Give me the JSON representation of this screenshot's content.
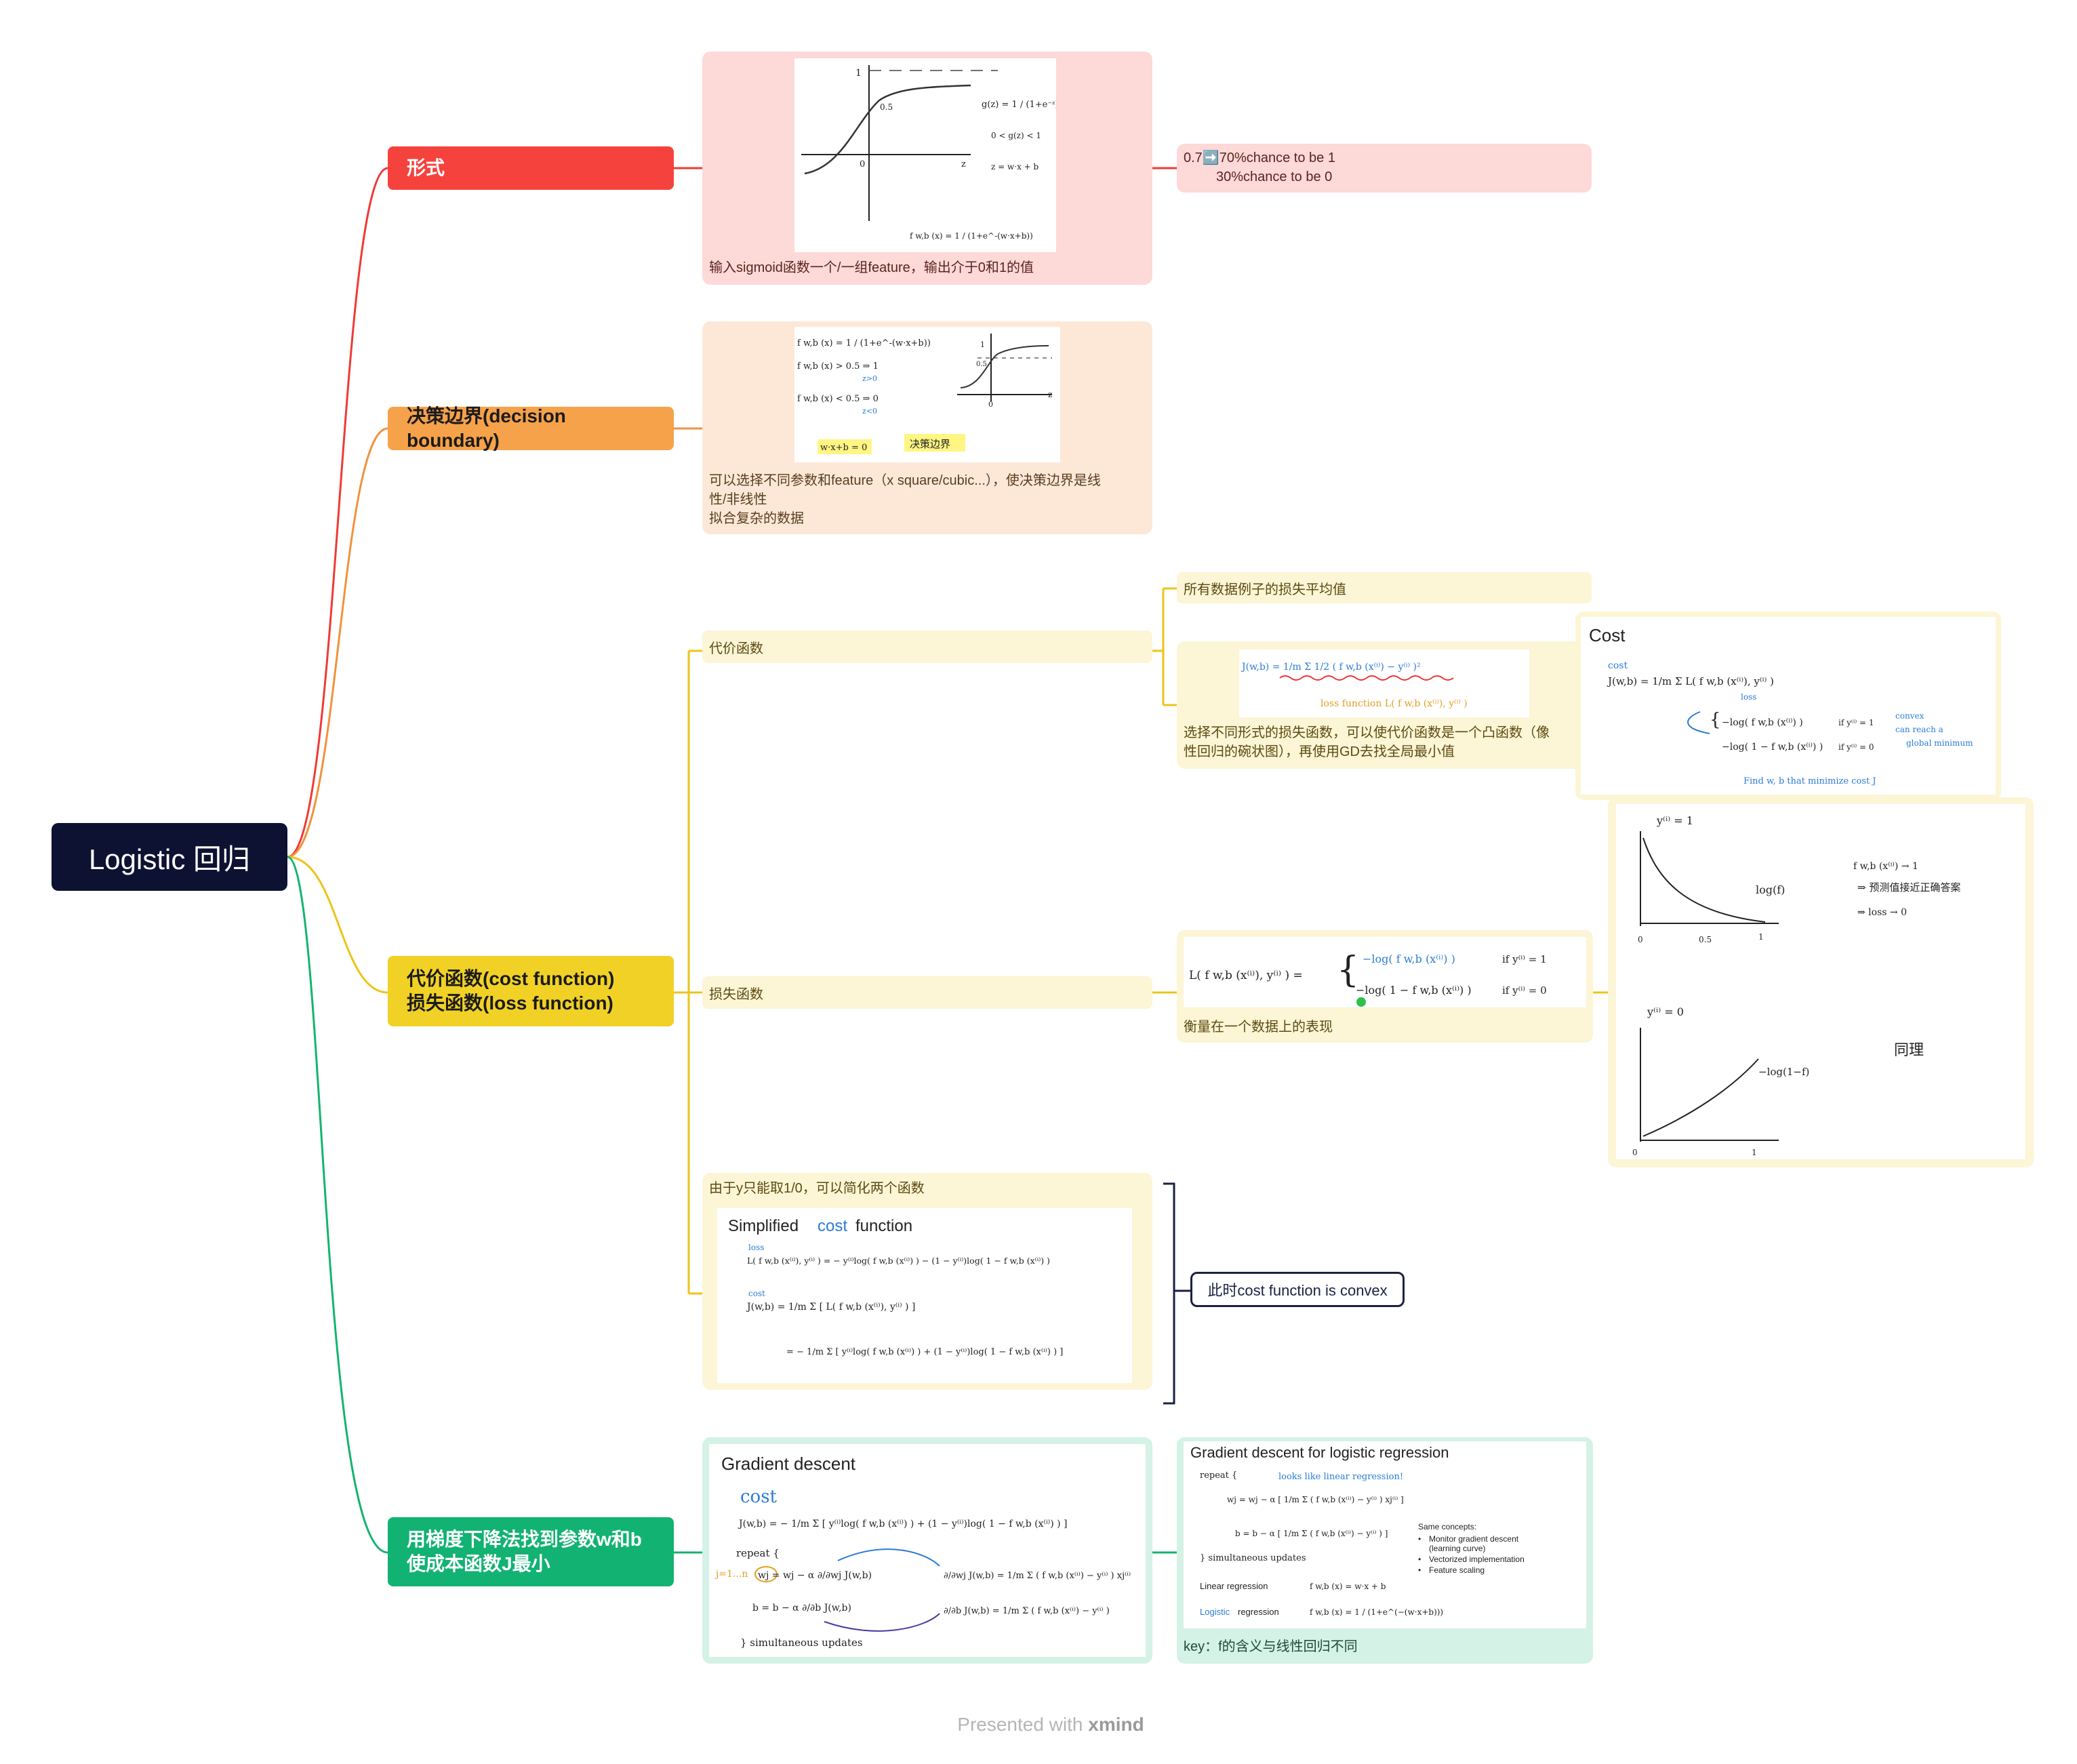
{
  "root": {
    "title": "Logistic 回归"
  },
  "branches": {
    "form": "形式",
    "boundary": "决策边界(decision boundary)",
    "cost": [
      "代价函数(cost function)",
      "损失函数(loss function)"
    ],
    "gd": [
      "用梯度下降法找到参数w和b",
      "使成本函数J最小"
    ]
  },
  "form_card": {
    "caption": "输入sigmoid函数一个/一组feature，输出介于0和1的值",
    "sketch": {
      "one": "1",
      "half": "0.5",
      "zero": "0",
      "z": "z",
      "g": "g(z) = 1 / (1+e⁻ᶻ)",
      "range": "0 < g(z) < 1",
      "zdef": "z = w·x + b",
      "f": "f w,b (x) = 1 / (1+e^-(w·x+b))"
    }
  },
  "prob_card": {
    "line1": "0.7➡️70%chance to be 1",
    "line2": "30%chance to be 0"
  },
  "boundary_card": {
    "line1": "可以选择不同参数和feature（x square/cubic...），使决策边界是线",
    "line2": "性/非线性",
    "line3": "拟合复杂的数据",
    "sketch": {
      "f": "f w,b (x) = 1 / (1+e^-(w·x+b))",
      "r1": "f w,b (x) > 0.5   ⇒  1",
      "z1": "z>0",
      "r2": "f w,b (x) < 0.5   ⇒  0",
      "z2": "z<0",
      "wx": "w·x+b = 0",
      "tag": "决策边界",
      "half": "0.5",
      "one": "1",
      "zero": "0",
      "z": "z"
    }
  },
  "cost_section": {
    "sub_cost": "代价函数",
    "avg_label": "所有数据例子的损失平均值",
    "convex_text": [
      "选择不同形式的损失函数，可以使代价函数是一个凸函数（像",
      "性回归的碗状图），再使用GD去找全局最小值"
    ],
    "sketch_J": {
      "top": "J(w,b) = 1/m Σ 1/2 ( f w,b (x⁽ⁱ⁾) − y⁽ⁱ⁾ )²",
      "bottom": "loss function  L( f w,b (x⁽ⁱ⁾), y⁽ⁱ⁾ )"
    },
    "cost_panel": {
      "title": "Cost",
      "cost": "cost",
      "J": "J(w,b) = 1/m Σ L( f w,b (x⁽ⁱ⁾), y⁽ⁱ⁾ )",
      "loss": "loss",
      "c1": "−log( f w,b (x⁽ⁱ⁾) )",
      "c1if": "if y⁽ⁱ⁾ = 1",
      "c2": "−log( 1 − f w,b (x⁽ⁱ⁾) )",
      "c2if": "if y⁽ⁱ⁾ = 0",
      "convex": "convex",
      "reach": "can reach a",
      "global": "global minimum",
      "find": "Find w, b that minimize cost J"
    },
    "sub_loss": "损失函数",
    "loss_formula": {
      "lhs": "L( f w,b (x⁽ⁱ⁾), y⁽ⁱ⁾ ) =",
      "c1": "−log( f w,b (x⁽ⁱ⁾) )",
      "c1if": "if y⁽ⁱ⁾ = 1",
      "c2": "−log( 1 − f w,b (x⁽ⁱ⁾) )",
      "c2if": "if y⁽ⁱ⁾ = 0"
    },
    "loss_caption": "衡量在一个数据上的表现",
    "graph_panel": {
      "y1": "y⁽ⁱ⁾ = 1",
      "logf": "log(f)",
      "n1": "f w,b (x⁽ⁱ⁾) → 1",
      "n2": "⇒ 预测值接近正确答案",
      "n3": "⇒ loss → 0",
      "t0": "0",
      "t05": "0.5",
      "t1": "1",
      "y0": "y⁽ⁱ⁾ = 0",
      "log1f": "−log(1−f)",
      "same": "同理",
      "b0": "0",
      "b1": "1"
    },
    "simplify_caption": "由于y只能取1/0，可以简化两个函数",
    "simplified": {
      "title_a": "Simplified",
      "title_b": "cost",
      "title_c": "function",
      "loss": "loss",
      "l1": "L( f w,b (x⁽ⁱ⁾), y⁽ⁱ⁾ ) = − y⁽ⁱ⁾log( f w,b (x⁽ⁱ⁾) ) − (1 − y⁽ⁱ⁾)log( 1 − f w,b (x⁽ⁱ⁾) )",
      "cost": "cost",
      "l2": "J(w,b) = 1/m Σ [ L( f w,b (x⁽ⁱ⁾), y⁽ⁱ⁾ ) ]",
      "l3": "= − 1/m Σ [ y⁽ⁱ⁾log( f w,b (x⁽ⁱ⁾) ) + (1 − y⁽ⁱ⁾)log( 1 − f w,b (x⁽ⁱ⁾) ) ]"
    },
    "convex_note": "此时cost function is convex"
  },
  "gd_section": {
    "gd_panel": {
      "title": "Gradient descent",
      "cost": "cost",
      "J": "J(w,b) = − 1/m Σ [ y⁽ⁱ⁾log( f w,b (x⁽ⁱ⁾) ) + (1 − y⁽ⁱ⁾)log( 1 − f w,b (x⁽ⁱ⁾) ) ]",
      "repeat": "repeat {",
      "jn": "j=1...n",
      "wj": "wj = wj − α ∂/∂wj J(w,b)",
      "b": "b = b − α ∂/∂b J(w,b)",
      "dwj": "∂/∂wj J(w,b) = 1/m Σ ( f w,b (x⁽ⁱ⁾) − y⁽ⁱ⁾ ) xj⁽ⁱ⁾",
      "db": "∂/∂b J(w,b) = 1/m Σ ( f w,b (x⁽ⁱ⁾) − y⁽ⁱ⁾ )",
      "sim": "}  simultaneous updates"
    },
    "lr_panel": {
      "title": "Gradient descent for logistic regression",
      "repeat": "repeat {",
      "looks": "looks like linear regression!",
      "wj": "wj = wj − α [ 1/m Σ ( f w,b (x⁽ⁱ⁾) − y⁽ⁱ⁾ ) xj⁽ⁱ⁾ ]",
      "b": "b = b − α [ 1/m Σ ( f w,b (x⁽ⁱ⁾) − y⁽ⁱ⁾ ) ]",
      "sim": "}  simultaneous updates",
      "same": "Same concepts:",
      "s1": "Monitor gradient descent",
      "s1b": "(learning curve)",
      "s2": "Vectorized implementation",
      "s3": "Feature scaling",
      "lin": "Linear regression",
      "linf": "f w,b (x) = w·x + b",
      "log_a": "Logistic",
      "log_b": " regression",
      "logf": "f w,b (x) = 1 / (1+e^(−(w·x+b)))"
    },
    "key": "key：f的含义与线性回归不同"
  },
  "footer": {
    "presented": "Presented with ",
    "brand": "xmind"
  }
}
